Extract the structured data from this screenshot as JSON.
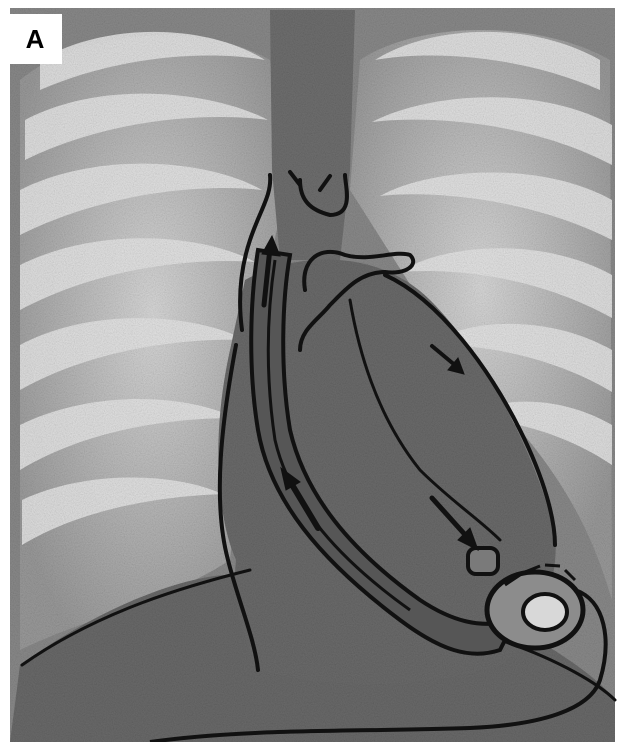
{
  "figure": {
    "panel_label": "A",
    "colors": {
      "background": "#ffffff",
      "film": "#7a7a7a",
      "rib_light": "#e2e2e2",
      "heart": "#6e6e6e",
      "cannula": "#4e4e4e",
      "ink": "#111111"
    },
    "icons": [
      "pump-device",
      "flow-arrow",
      "outflow-arrow",
      "inflow-arrow"
    ]
  }
}
